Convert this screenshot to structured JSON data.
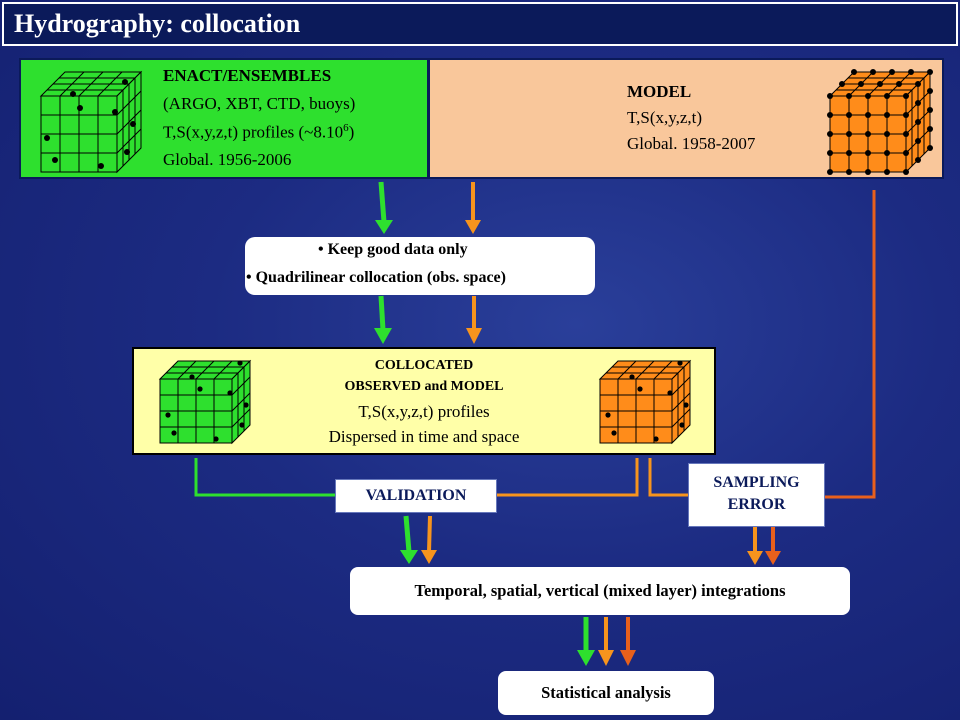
{
  "title": "Hydrography: collocation",
  "enact": {
    "name": "ENACT/ENSEMBLES",
    "instruments": "(ARGO, XBT, CTD, buoys)",
    "profiles_prefix": "T,S(x,y,z,t) profiles (~8.10",
    "profiles_exp": "6",
    "profiles_suffix": ")",
    "coverage": "Global. 1956-2006"
  },
  "model": {
    "name": "MODEL",
    "fields": "T,S(x,y,z,t)",
    "coverage": "Global. 1958-2007"
  },
  "processing": {
    "step1": "• Keep good data only",
    "step2": "• Quadrilinear collocation (obs. space)"
  },
  "collocated": {
    "line1": "COLLOCATED",
    "line2": "OBSERVED and MODEL",
    "line3": "T,S(x,y,z,t) profiles",
    "line4": "Dispersed in time and space"
  },
  "validation": "VALIDATION",
  "sampling_error": {
    "line1": "SAMPLING",
    "line2": "ERROR"
  },
  "integrations": "Temporal, spatial, vertical (mixed layer) integrations",
  "statistics": "Statistical analysis",
  "colors": {
    "green": "#2ee02e",
    "orange": "#f7941d",
    "dark_orange": "#e8601c",
    "peach": "#f9c79b",
    "pale_yellow": "#ffffa8"
  }
}
